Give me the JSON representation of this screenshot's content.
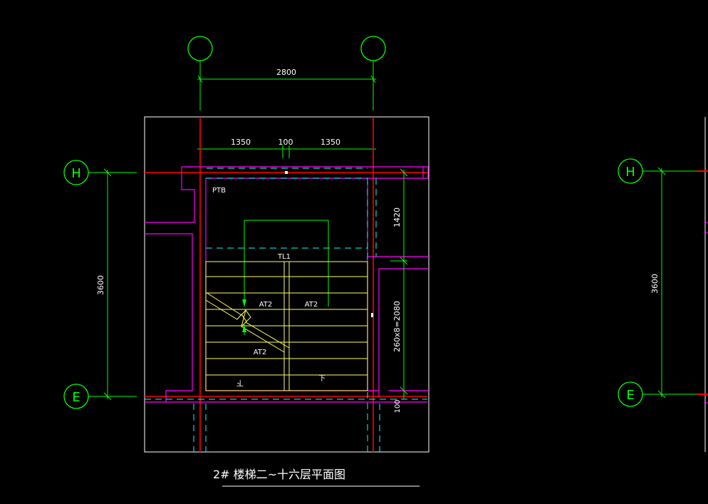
{
  "drawing": {
    "title": "2# 楼梯二~十六层平面图",
    "grid_labels": {
      "top_left": "",
      "top_right": "",
      "left_h": "H",
      "left_e": "E",
      "right_h": "H",
      "right_e": "E"
    },
    "dimensions": {
      "overall_width": "2800",
      "segment_left": "1350",
      "segment_mid": "100",
      "segment_right": "1350",
      "height_left": "3600",
      "height_right": "3600",
      "landing_depth": "1420",
      "flight_length": "260x8=2080",
      "bottom_gap": "100"
    },
    "labels": {
      "platform_slab": "PTB",
      "beam": "TL1",
      "flight_upper_left": "AT2",
      "flight_upper_right": "AT2",
      "flight_lower_left": "AT2",
      "arrow_left": "下",
      "arrow_right": "下"
    }
  },
  "colors": {
    "grid": "#00ff00",
    "wall": "#ff0000",
    "outline": "#ff00ff",
    "hidden": "#00ffff",
    "stairs": "#ffff66",
    "frame": "#ffffff"
  }
}
